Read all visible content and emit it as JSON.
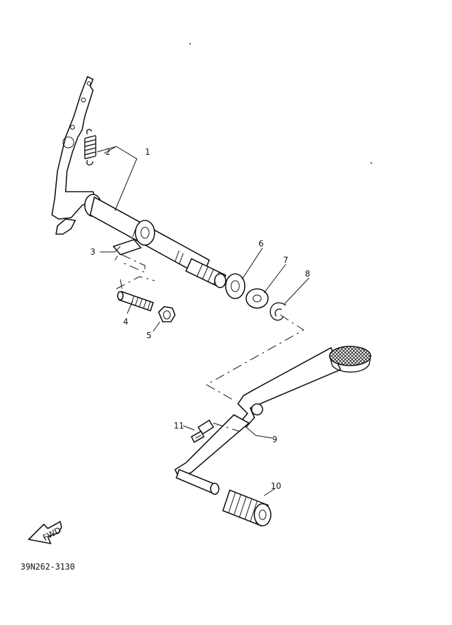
{
  "diagram": {
    "part_labels": {
      "p1": "1",
      "p2": "2",
      "p3": "3",
      "p4": "4",
      "p5": "5",
      "p6": "6",
      "p7": "7",
      "p8": "8",
      "p9": "9",
      "p10": "10",
      "p11": "11"
    },
    "fwd_label": "FWD",
    "diagram_code": "39N262-3130"
  }
}
